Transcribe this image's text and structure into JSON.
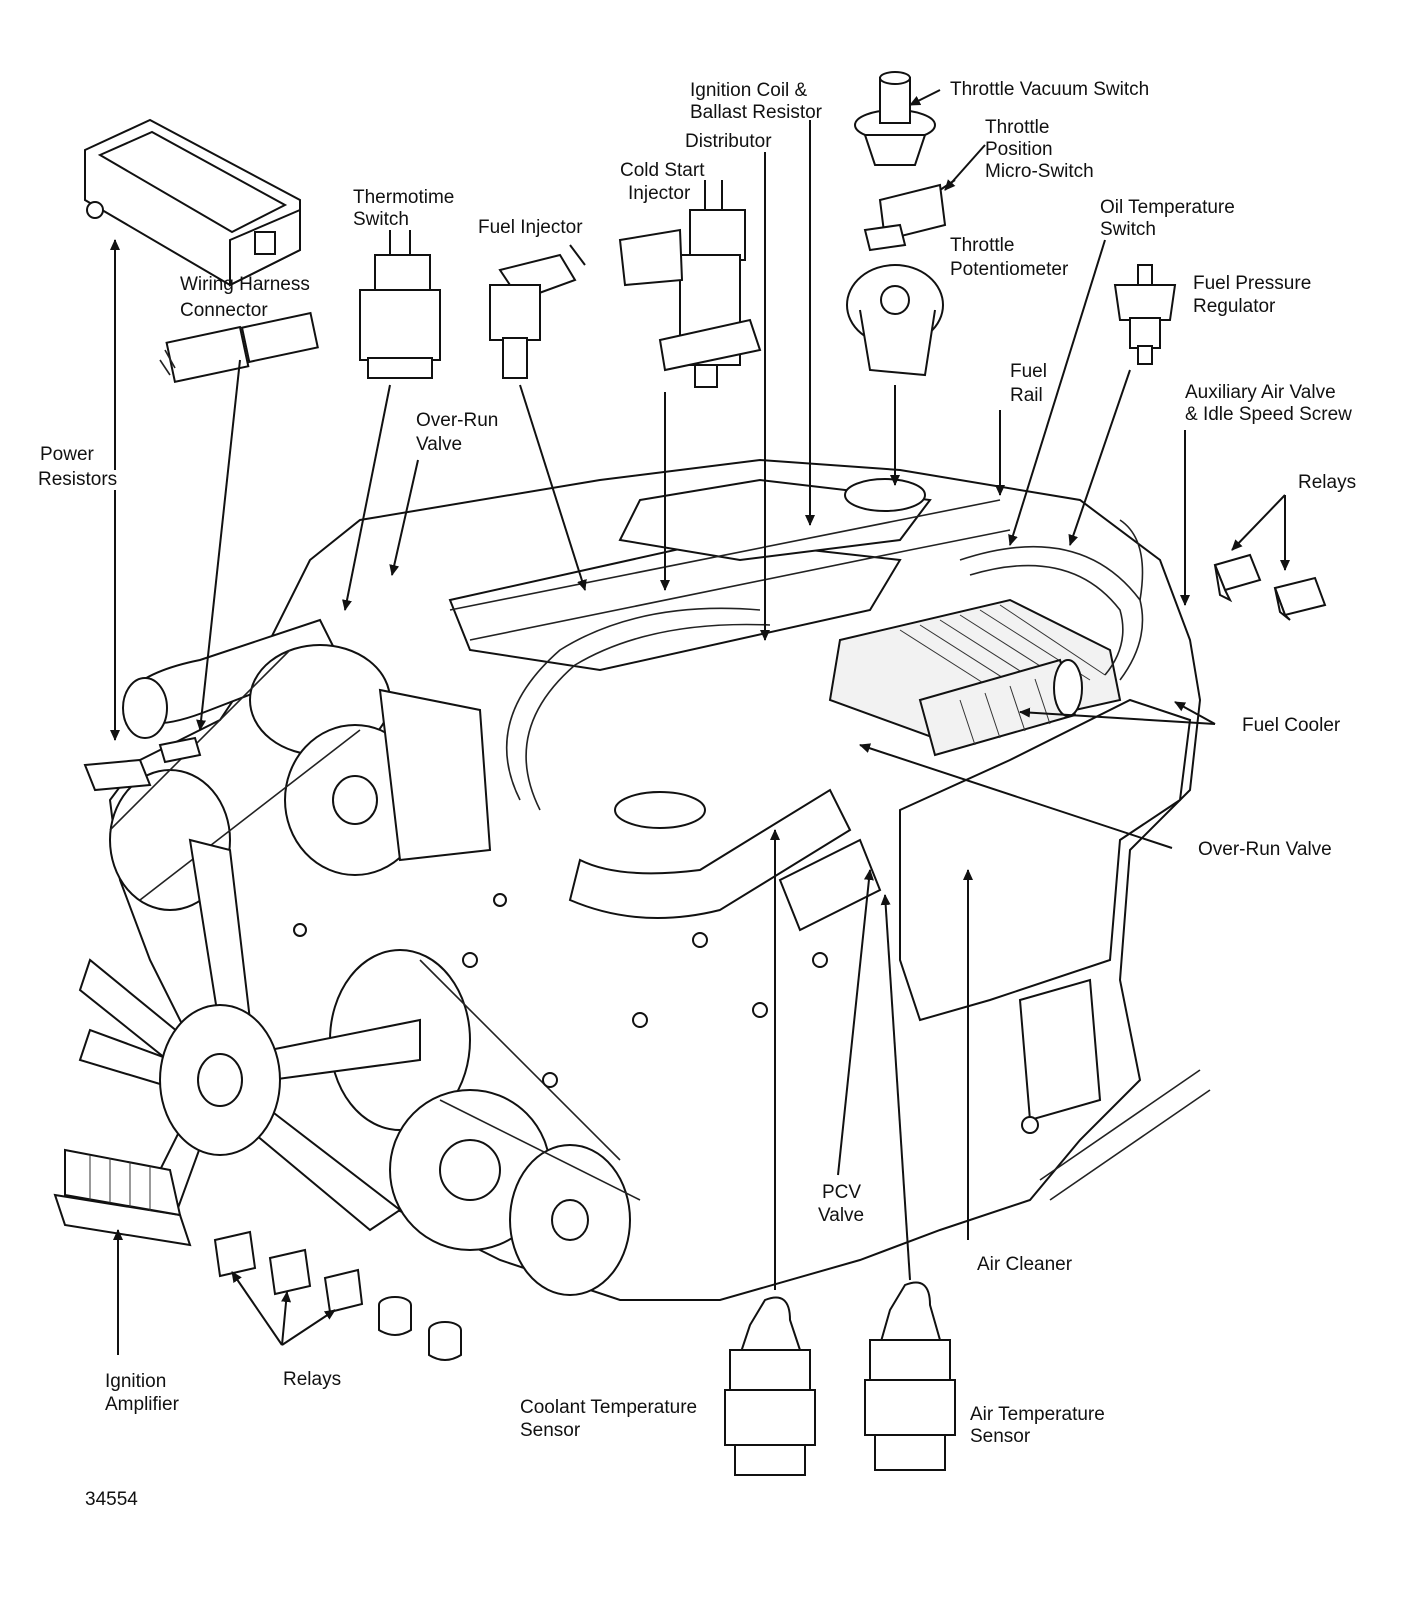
{
  "labels": {
    "ignition_coil_1": "Ignition Coil &",
    "ignition_coil_2": "Ballast Resistor",
    "distributor": "Distributor",
    "cold_start_1": "Cold Start",
    "cold_start_2": "Injector",
    "fuel_injector": "Fuel Injector",
    "thermotime_1": "Thermotime",
    "thermotime_2": "Switch",
    "wiring_1": "Wiring Harness",
    "wiring_2": "Connector",
    "throttle_vacuum": "Throttle Vacuum Switch",
    "throttle_pos_1": "Throttle",
    "throttle_pos_2": "Position",
    "throttle_pos_3": "Micro-Switch",
    "throttle_pot_1": "Throttle",
    "throttle_pot_2": "Potentiometer",
    "oil_temp_1": "Oil Temperature",
    "oil_temp_2": "Switch",
    "fuel_pressure_1": "Fuel Pressure",
    "fuel_pressure_2": "Regulator",
    "fuel_rail_1": "Fuel",
    "fuel_rail_2": "Rail",
    "aux_air_1": "Auxiliary Air Valve",
    "aux_air_2": "& Idle Speed Screw",
    "relays_top": "Relays",
    "power_res_1": "Power",
    "power_res_2": "Resistors",
    "overrun_top_1": "Over-Run",
    "overrun_top_2": "Valve",
    "fuel_cooler": "Fuel Cooler",
    "overrun_right": "Over-Run Valve",
    "pcv_1": "PCV",
    "pcv_2": "Valve",
    "air_cleaner": "Air Cleaner",
    "ign_amp_1": "Ignition",
    "ign_amp_2": "Amplifier",
    "relays_bottom": "Relays",
    "coolant_1": "Coolant Temperature",
    "coolant_2": "Sensor",
    "air_temp_1": "Air Temperature",
    "air_temp_2": "Sensor",
    "figure_number": "34554"
  }
}
